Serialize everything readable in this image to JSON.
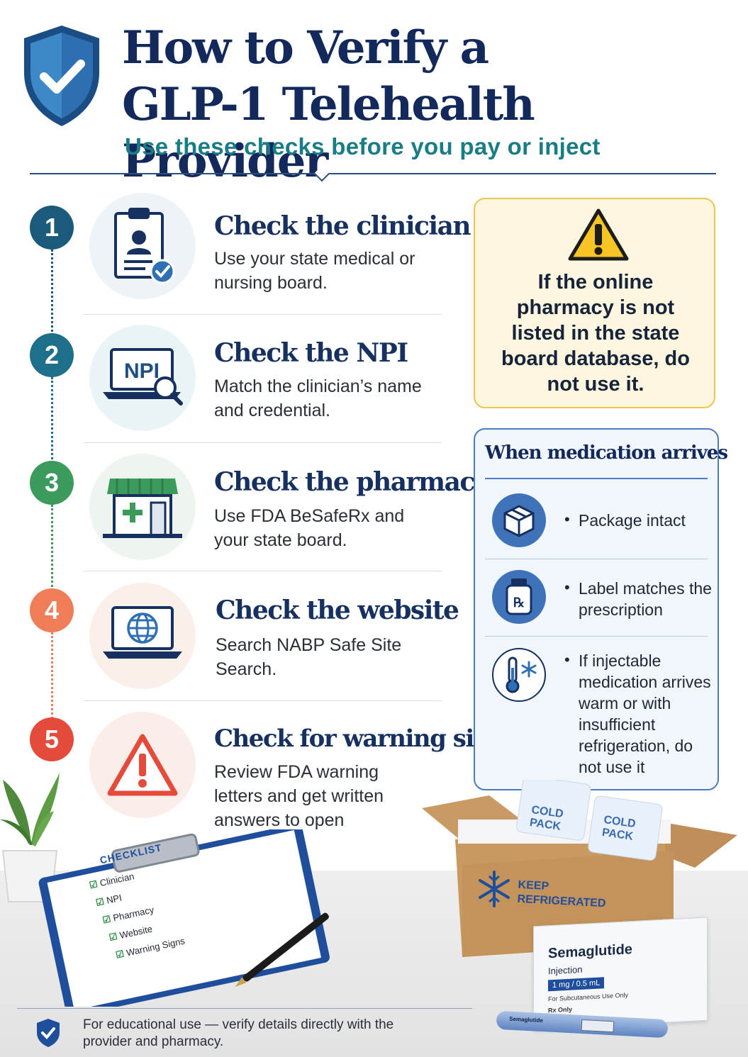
{
  "header": {
    "title_line1": "How to Verify a",
    "title_line2": "GLP-1 Telehealth Provider",
    "subtitle": "Use these checks before you pay or inject"
  },
  "steps": [
    {
      "number": "1",
      "title": "Check the clinician",
      "desc": "Use your state medical or nursing board.",
      "color": "#1a5a7a",
      "icon": "clipboard-profile-icon"
    },
    {
      "number": "2",
      "title": "Check the NPI",
      "desc": "Match the clinician’s name and credential.",
      "color": "#1d6f8a",
      "icon": "npi-laptop-search-icon",
      "icon_text": "NPI"
    },
    {
      "number": "3",
      "title": "Check the pharmacy",
      "desc": "Use FDA BeSafeRx and your state board.",
      "color": "#3c9a5c",
      "icon": "pharmacy-storefront-icon"
    },
    {
      "number": "4",
      "title": "Check the website",
      "desc": "Search NABP Safe Site Search.",
      "color": "#ef7d57",
      "icon": "laptop-globe-icon"
    },
    {
      "number": "5",
      "title": "Check for warning signs",
      "desc": "Review FDA warning letters and get written answers to open questions.",
      "color": "#e44b3b",
      "icon": "warning-triangle-icon"
    }
  ],
  "warning": {
    "text": "If the online pharmacy is not listed in the state board database, do not use it."
  },
  "medication": {
    "title": "When medication arrives",
    "items": [
      {
        "text": "Package intact",
        "icon": "package-box-icon"
      },
      {
        "text": "Label matches the prescription",
        "icon": "rx-bottle-icon"
      },
      {
        "text": "If injectable medication arrives warm or with insufficient refrigeration, do not use it",
        "icon": "thermometer-snowflake-icon"
      }
    ]
  },
  "checklist": {
    "title": "CHECKLIST",
    "items": [
      "Clinician",
      "NPI",
      "Pharmacy",
      "Website",
      "Warning Signs"
    ]
  },
  "shipping_box": {
    "cold_pack_1": "COLD PACK",
    "cold_pack_2": "COLD PACK",
    "label_line1": "KEEP",
    "label_line2": "REFRIGERATED"
  },
  "medication_box": {
    "name": "Semaglutide",
    "form": "Injection",
    "dose": "1 mg / 0.5 mL",
    "note": "For Subcutaneous Use Only",
    "rx": "Rx Only",
    "pen_label": "Semaglutide"
  },
  "footer": {
    "text": "For educational use — verify details directly with the provider and pharmacy."
  },
  "colors": {
    "navy": "#13295c",
    "teal": "#1a7d86",
    "warning_yellow": "#f7c623",
    "medication_blue": "#3f72b8"
  }
}
